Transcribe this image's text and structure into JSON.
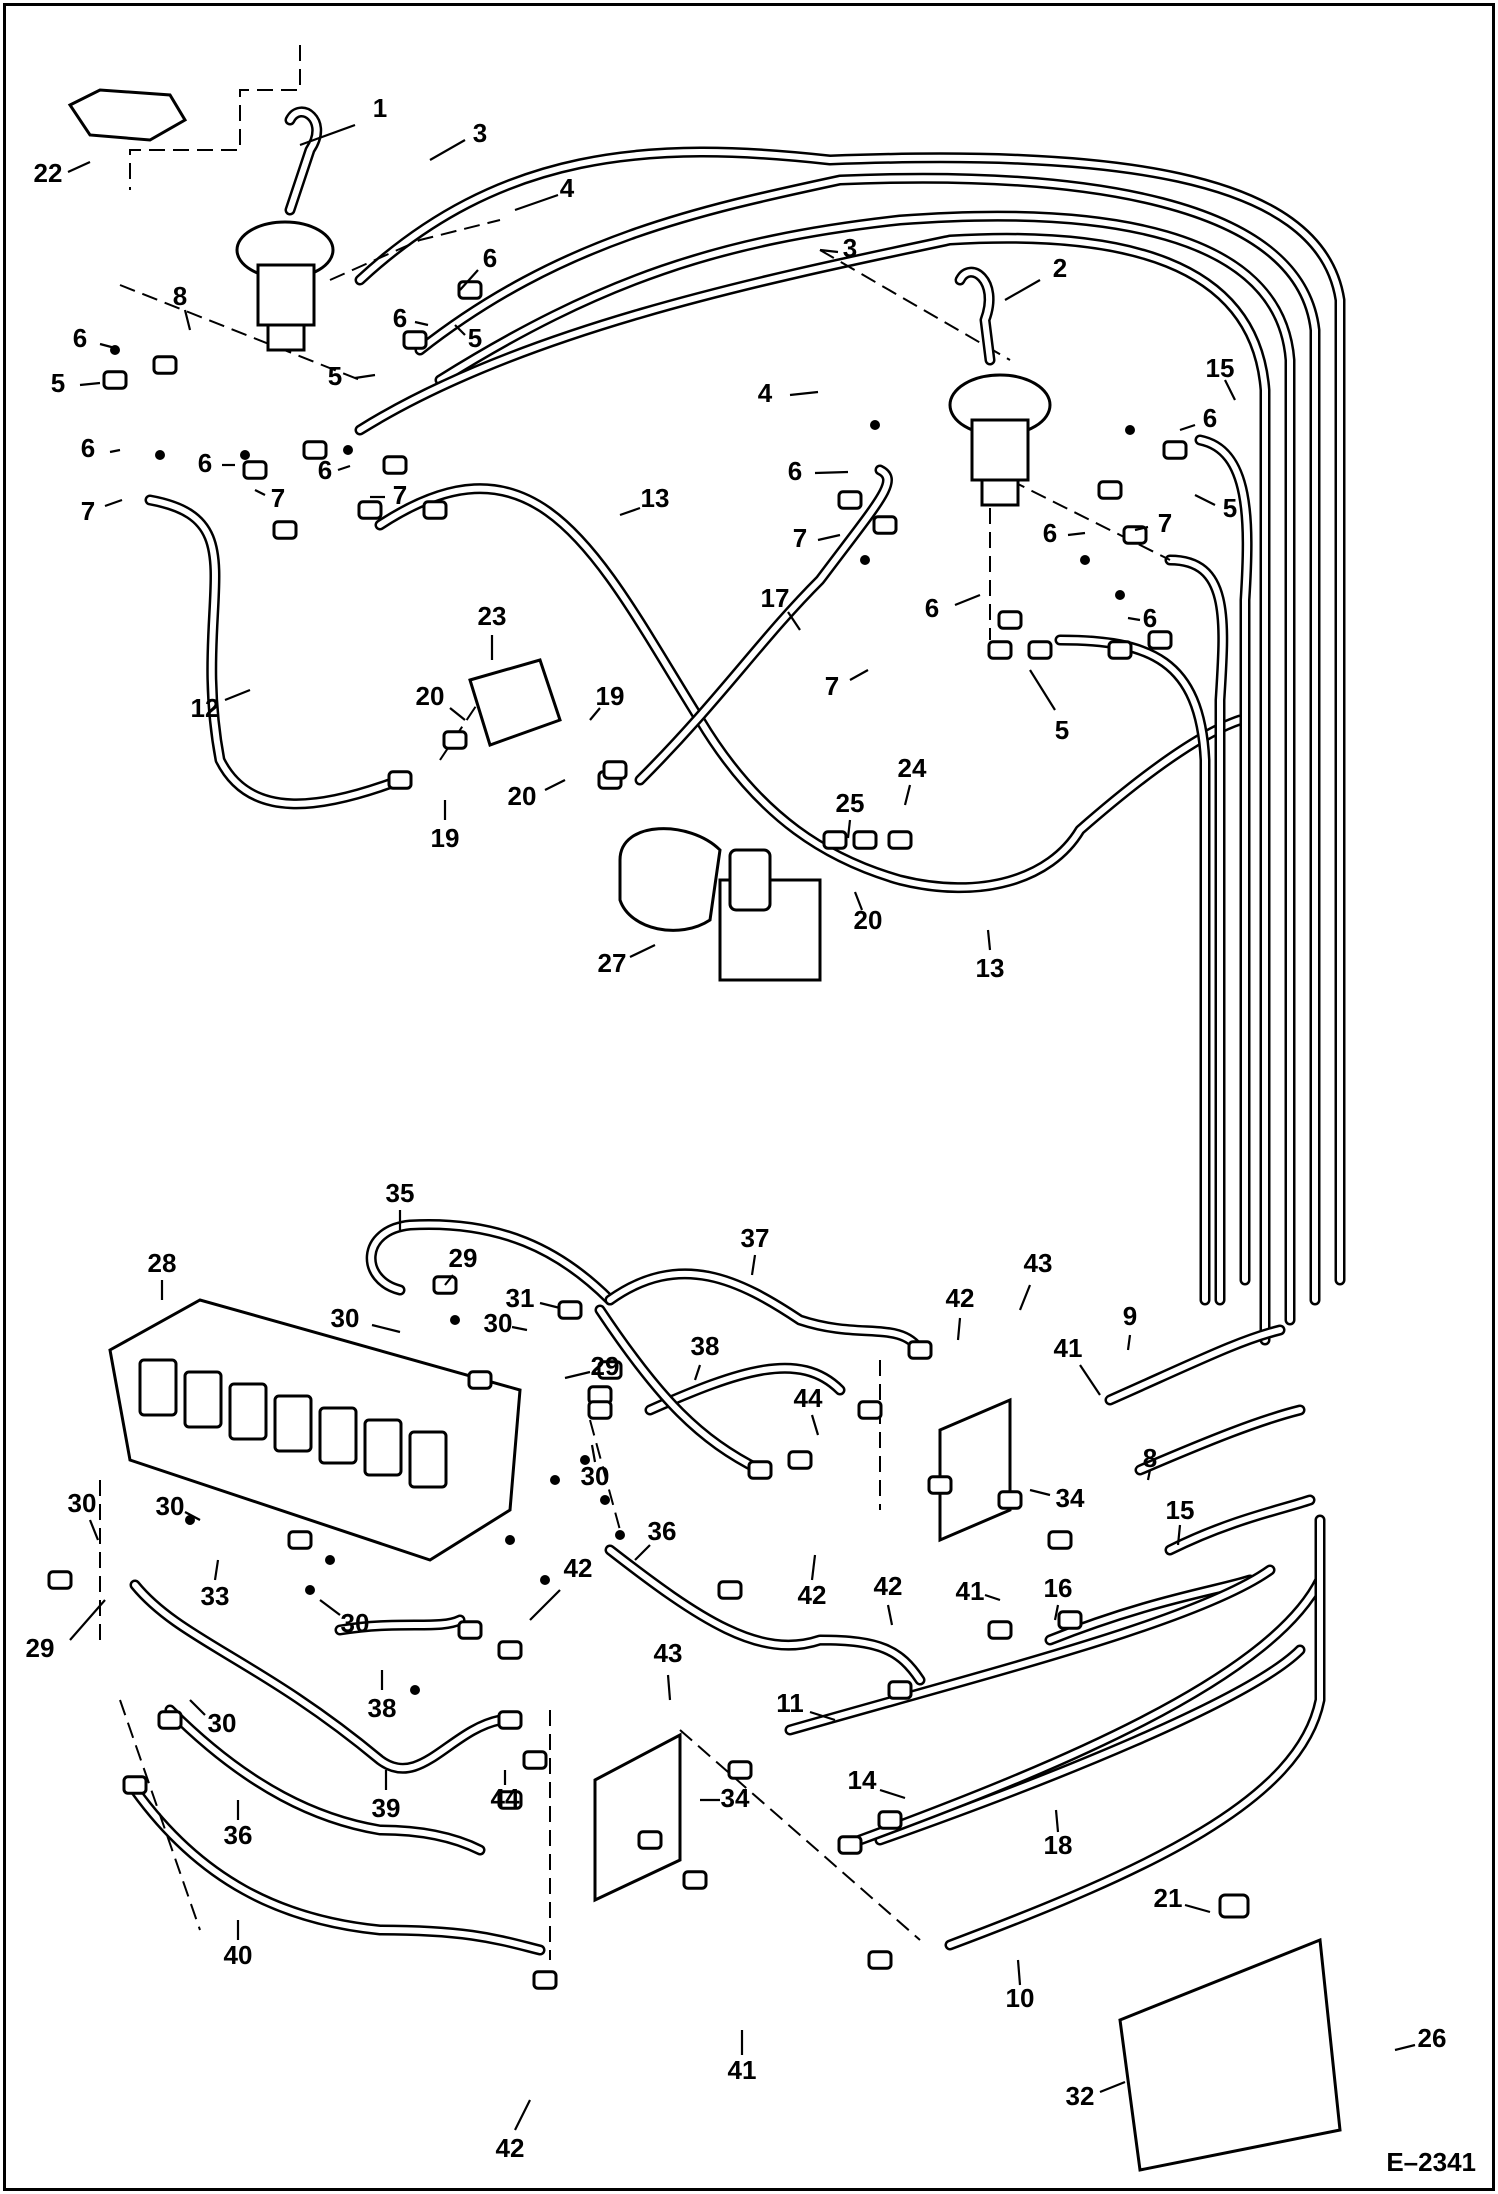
{
  "drawing_number": "E–2341",
  "callouts": [
    {
      "id": "c1",
      "text": "1"
    },
    {
      "id": "c2",
      "text": "2"
    },
    {
      "id": "c3a",
      "text": "3"
    },
    {
      "id": "c3b",
      "text": "3"
    },
    {
      "id": "c4a",
      "text": "4"
    },
    {
      "id": "c4b",
      "text": "4"
    },
    {
      "id": "c5a",
      "text": "5"
    },
    {
      "id": "c5b",
      "text": "5"
    },
    {
      "id": "c5c",
      "text": "5"
    },
    {
      "id": "c5d",
      "text": "5"
    },
    {
      "id": "c5e",
      "text": "5"
    },
    {
      "id": "c6a",
      "text": "6"
    },
    {
      "id": "c6b",
      "text": "6"
    },
    {
      "id": "c6c",
      "text": "6"
    },
    {
      "id": "c6d",
      "text": "6"
    },
    {
      "id": "c6e",
      "text": "6"
    },
    {
      "id": "c6f",
      "text": "6"
    },
    {
      "id": "c6g",
      "text": "6"
    },
    {
      "id": "c6h",
      "text": "6"
    },
    {
      "id": "c6i",
      "text": "6"
    },
    {
      "id": "c6j",
      "text": "6"
    },
    {
      "id": "c6k",
      "text": "6"
    },
    {
      "id": "c7a",
      "text": "7"
    },
    {
      "id": "c7b",
      "text": "7"
    },
    {
      "id": "c7c",
      "text": "7"
    },
    {
      "id": "c7d",
      "text": "7"
    },
    {
      "id": "c7e",
      "text": "7"
    },
    {
      "id": "c7f",
      "text": "7"
    },
    {
      "id": "c8a",
      "text": "8"
    },
    {
      "id": "c8b",
      "text": "8"
    },
    {
      "id": "c9",
      "text": "9"
    },
    {
      "id": "c10",
      "text": "10"
    },
    {
      "id": "c11",
      "text": "11"
    },
    {
      "id": "c12",
      "text": "12"
    },
    {
      "id": "c13a",
      "text": "13"
    },
    {
      "id": "c13b",
      "text": "13"
    },
    {
      "id": "c14",
      "text": "14"
    },
    {
      "id": "c15a",
      "text": "15"
    },
    {
      "id": "c15b",
      "text": "15"
    },
    {
      "id": "c16",
      "text": "16"
    },
    {
      "id": "c17",
      "text": "17"
    },
    {
      "id": "c18",
      "text": "18"
    },
    {
      "id": "c19a",
      "text": "19"
    },
    {
      "id": "c19b",
      "text": "19"
    },
    {
      "id": "c20a",
      "text": "20"
    },
    {
      "id": "c20b",
      "text": "20"
    },
    {
      "id": "c20c",
      "text": "20"
    },
    {
      "id": "c21",
      "text": "21"
    },
    {
      "id": "c22",
      "text": "22"
    },
    {
      "id": "c23",
      "text": "23"
    },
    {
      "id": "c24",
      "text": "24"
    },
    {
      "id": "c25",
      "text": "25"
    },
    {
      "id": "c26",
      "text": "26"
    },
    {
      "id": "c27",
      "text": "27"
    },
    {
      "id": "c28",
      "text": "28"
    },
    {
      "id": "c29a",
      "text": "29"
    },
    {
      "id": "c29b",
      "text": "29"
    },
    {
      "id": "c29c",
      "text": "29"
    },
    {
      "id": "c30a",
      "text": "30"
    },
    {
      "id": "c30b",
      "text": "30"
    },
    {
      "id": "c30c",
      "text": "30"
    },
    {
      "id": "c30d",
      "text": "30"
    },
    {
      "id": "c30e",
      "text": "30"
    },
    {
      "id": "c30f",
      "text": "30"
    },
    {
      "id": "c30g",
      "text": "30"
    },
    {
      "id": "c31",
      "text": "31"
    },
    {
      "id": "c32",
      "text": "32"
    },
    {
      "id": "c33",
      "text": "33"
    },
    {
      "id": "c34a",
      "text": "34"
    },
    {
      "id": "c34b",
      "text": "34"
    },
    {
      "id": "c35",
      "text": "35"
    },
    {
      "id": "c36a",
      "text": "36"
    },
    {
      "id": "c36b",
      "text": "36"
    },
    {
      "id": "c37",
      "text": "37"
    },
    {
      "id": "c38a",
      "text": "38"
    },
    {
      "id": "c38b",
      "text": "38"
    },
    {
      "id": "c39",
      "text": "39"
    },
    {
      "id": "c40",
      "text": "40"
    },
    {
      "id": "c41a",
      "text": "41"
    },
    {
      "id": "c41b",
      "text": "41"
    },
    {
      "id": "c41c",
      "text": "41"
    },
    {
      "id": "c42a",
      "text": "42"
    },
    {
      "id": "c42b",
      "text": "42"
    },
    {
      "id": "c42c",
      "text": "42"
    },
    {
      "id": "c42d",
      "text": "42"
    },
    {
      "id": "c42e",
      "text": "42"
    },
    {
      "id": "c43a",
      "text": "43"
    },
    {
      "id": "c43b",
      "text": "43"
    },
    {
      "id": "c44a",
      "text": "44"
    },
    {
      "id": "c44b",
      "text": "44"
    }
  ]
}
